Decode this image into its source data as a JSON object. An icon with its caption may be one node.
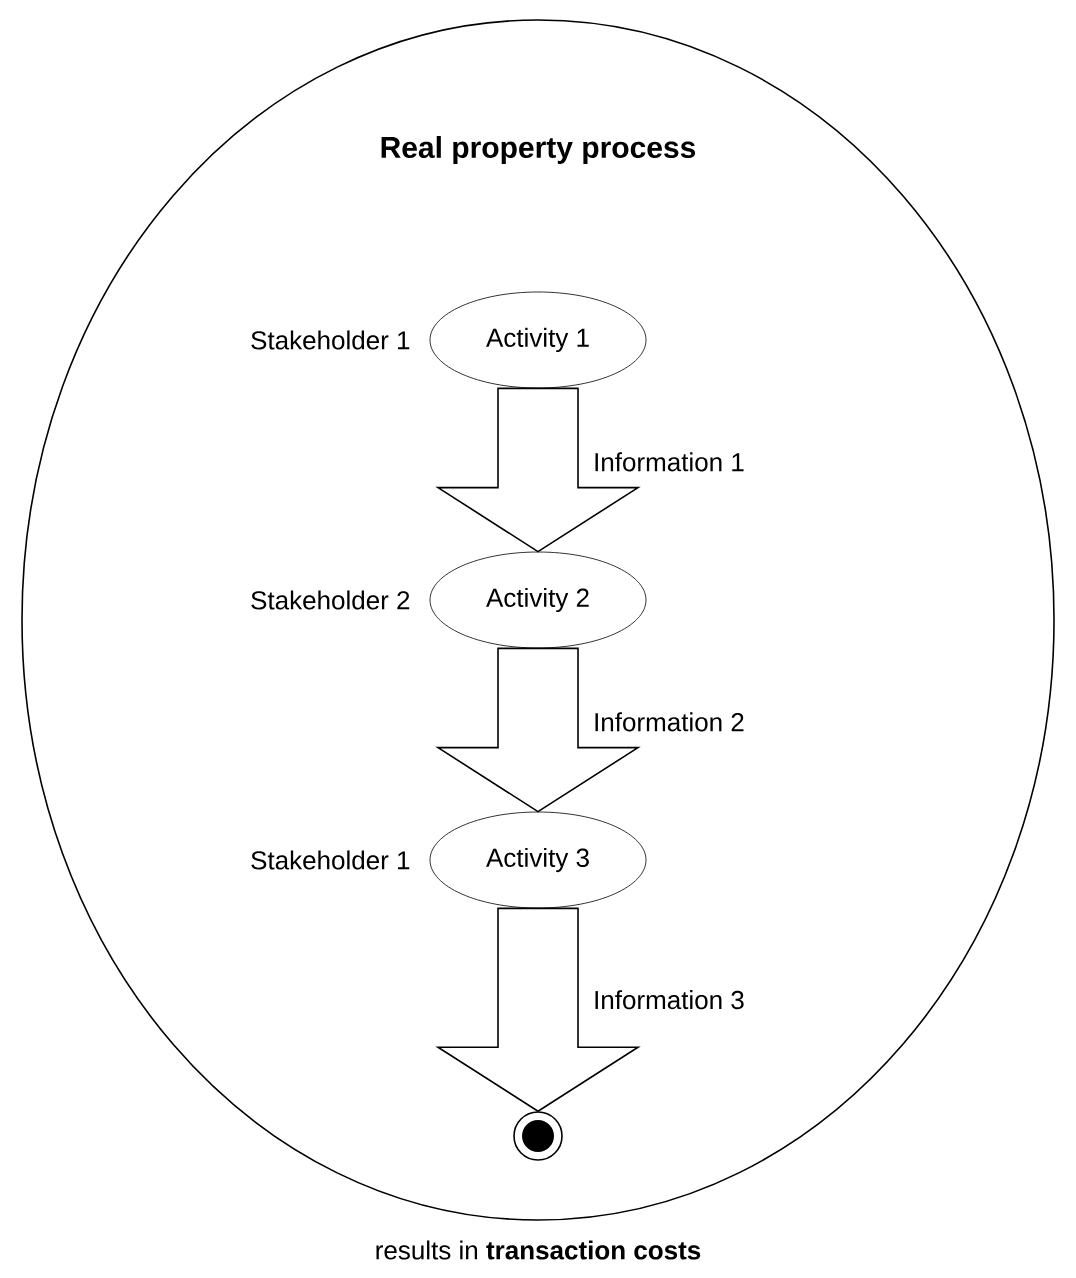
{
  "diagram": {
    "caption": "results in **transaction costs**",
    "nodes": [
      {
        "text": [
          "Real property process"
        ]
      },
      {
        "text": [
          "Activity 1"
        ],
        "in": 0,
        "beside": [
          "Stakeholder 1"
        ]
      },
      {
        "text": [
          "Activity 2"
        ],
        "in": 0,
        "beside": [
          "Stakeholder 2"
        ]
      },
      {
        "text": [
          "Activity 3"
        ],
        "in": 0,
        "beside": [
          "Stakeholder 1"
        ]
      },
      {
        "text": [],
        "shape": "circle",
        "in": 0
      }
    ],
    "edges": [
      {
        "from": 1,
        "to": 2,
        "arrow": "to",
        "label": "Information 1"
      },
      {
        "from": 2,
        "to": 3,
        "arrow": "to",
        "label": "Information 2"
      },
      {
        "from": 3,
        "to": 4,
        "arrow": "to",
        "label": "Information 3"
      }
    ]
  }
}
